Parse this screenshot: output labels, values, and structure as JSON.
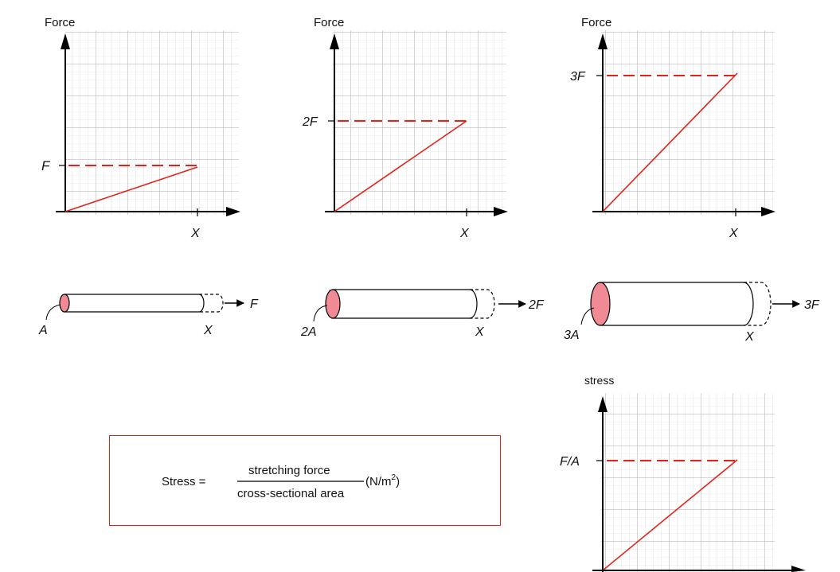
{
  "graphs": [
    {
      "y_axis_label": "Force",
      "x_axis_label": "X",
      "level_label": "F"
    },
    {
      "y_axis_label": "Force",
      "x_axis_label": "X",
      "level_label": "2F"
    },
    {
      "y_axis_label": "Force",
      "x_axis_label": "X",
      "level_label": "3F"
    }
  ],
  "rods": [
    {
      "area_label": "A",
      "extension_label": "X",
      "force_label": "F"
    },
    {
      "area_label": "2A",
      "extension_label": "X",
      "force_label": "2F"
    },
    {
      "area_label": "3A",
      "extension_label": "X",
      "force_label": "3F"
    }
  ],
  "stress_graph": {
    "y_axis_label": "stress",
    "level_label": "F/A"
  },
  "formula": {
    "lhs": "Stress =",
    "numerator": "stretching force",
    "denominator": "cross-sectional area",
    "unit_open": "(N/m",
    "unit_exp": "2",
    "unit_close": ")"
  },
  "colors": {
    "line": "#e2231a",
    "face": "#f08a94",
    "box_border": "#e2231a"
  }
}
